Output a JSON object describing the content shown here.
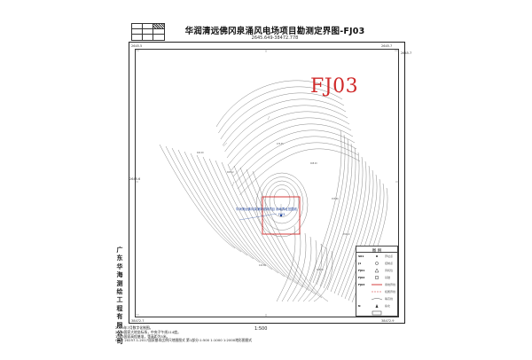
{
  "title": "华润清远佛冈泉涌风电场项目勘测定界图-FJ03",
  "coordinates": "2645.649-38472.778",
  "sheet_code": "FJ03",
  "corners": {
    "top_left": "2645.5",
    "top_right": "2645.7",
    "right_top": "2645.7",
    "bottom_left": "38472.7",
    "bottom_right": "38472.9",
    "left_mid": "2645.6"
  },
  "surveyor_org": "广东华海测绘工程有限公司",
  "map_annotation": {
    "line1": "华润清远佛冈泉涌风电场项目  用地界址范围线",
    "line2": "FJ03"
  },
  "legend": {
    "title": "图  例",
    "items": [
      {
        "label": "S01",
        "note": "界址点",
        "symbol": "dot"
      },
      {
        "label": "J1",
        "note": "控制点",
        "symbol": "circle"
      },
      {
        "label": "FJ01",
        "note": "风机位",
        "symbol": "triangle"
      },
      {
        "label": "FJ02",
        "note": "基础",
        "symbol": "square"
      },
      {
        "label": "FJ03",
        "note": "用地界线",
        "symbol": "redline"
      },
      {
        "label": "",
        "note": "权属界线",
        "symbol": "dashline"
      },
      {
        "label": "",
        "note": "等高线",
        "symbol": "contour"
      },
      {
        "label": "N",
        "note": "指北",
        "symbol": "triangle-small"
      },
      {
        "label": "",
        "note": "",
        "symbol": "box"
      }
    ]
  },
  "notes": [
    "2020年7月数字化制图。",
    "2000国家大地坐标系，中央子午线114度。",
    "1985国家高程基准，等高距为5米。"
  ],
  "standard": "GB/T 20257.1-2017国家基本比例尺地图图式  第1部分:1:500 1:1000 1:2000地形图图式",
  "scale": "1:500",
  "colors": {
    "boundary_red": "#d02a2a",
    "annotation_blue": "#1a3f9a",
    "contour": "#555555"
  }
}
